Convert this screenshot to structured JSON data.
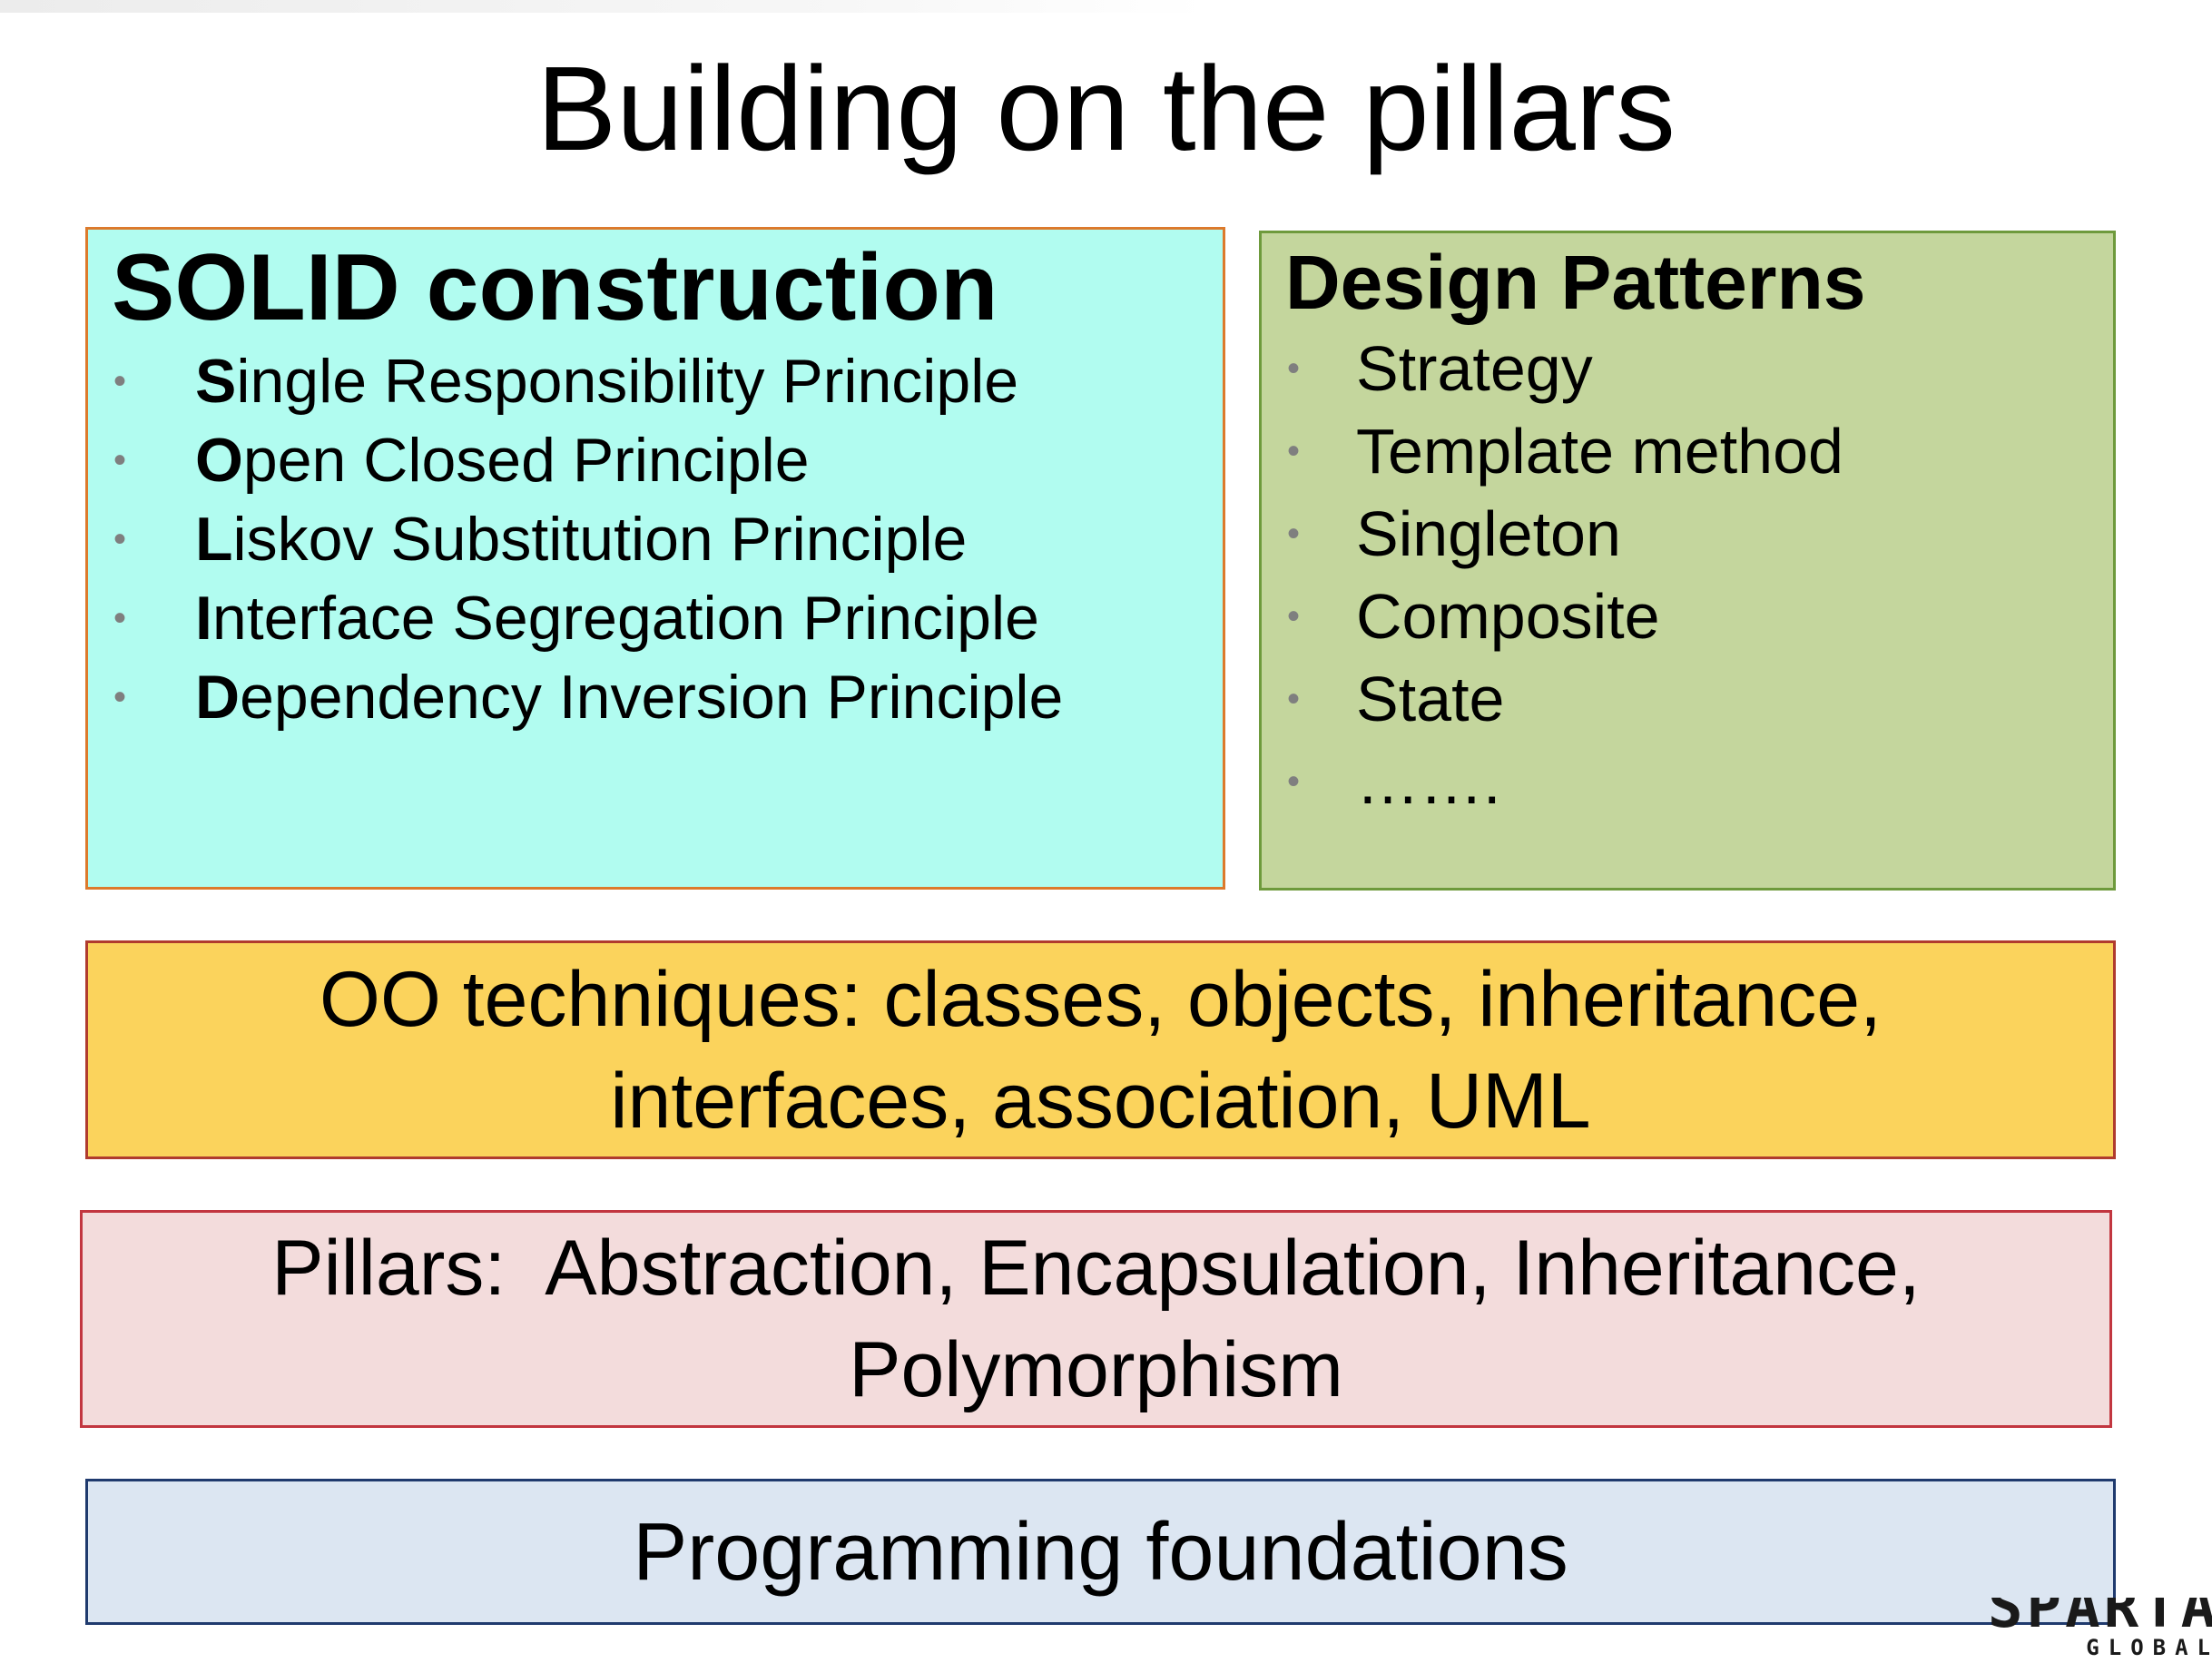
{
  "title": "Building on the pillars",
  "solid": {
    "heading": "SOLID construction",
    "bullet_char": "•",
    "items": [
      {
        "initial": "S",
        "rest": "ingle Responsibility Principle"
      },
      {
        "initial": "O",
        "rest": "pen Closed Principle"
      },
      {
        "initial": "L",
        "rest": "iskov Substitution Principle"
      },
      {
        "initial": "I",
        "rest": "nterface Segregation Principle"
      },
      {
        "initial": "D",
        "rest": "ependency Inversion Principle"
      }
    ]
  },
  "patterns": {
    "heading": "Design Patterns",
    "bullet_char": "•",
    "items": [
      "Strategy",
      "Template method",
      "Singleton",
      "Composite",
      "State",
      "……."
    ]
  },
  "oo": {
    "line1": "OO techniques: classes, objects, inheritance,",
    "line2": "interfaces, association, UML"
  },
  "pillars": {
    "line1": "Pillars:  Abstraction, Encapsulation, Inheritance,",
    "line2": "Polymorphism"
  },
  "foundations": {
    "text": "Programming foundations"
  },
  "logo": {
    "main": "SPARTA",
    "sub": "GLOBAL"
  },
  "colors": {
    "solid_fill": "#b1fcf0",
    "solid_border": "#dc7a2c",
    "patterns_fill": "#c4d69d",
    "patterns_border": "#6e9a3c",
    "oo_fill": "#fbd35c",
    "oo_border": "#b03b2e",
    "pillars_fill": "#f3dcdc",
    "pillars_border": "#c23640",
    "foundations_fill": "#dce6f2",
    "foundations_border": "#1f3a6e"
  }
}
